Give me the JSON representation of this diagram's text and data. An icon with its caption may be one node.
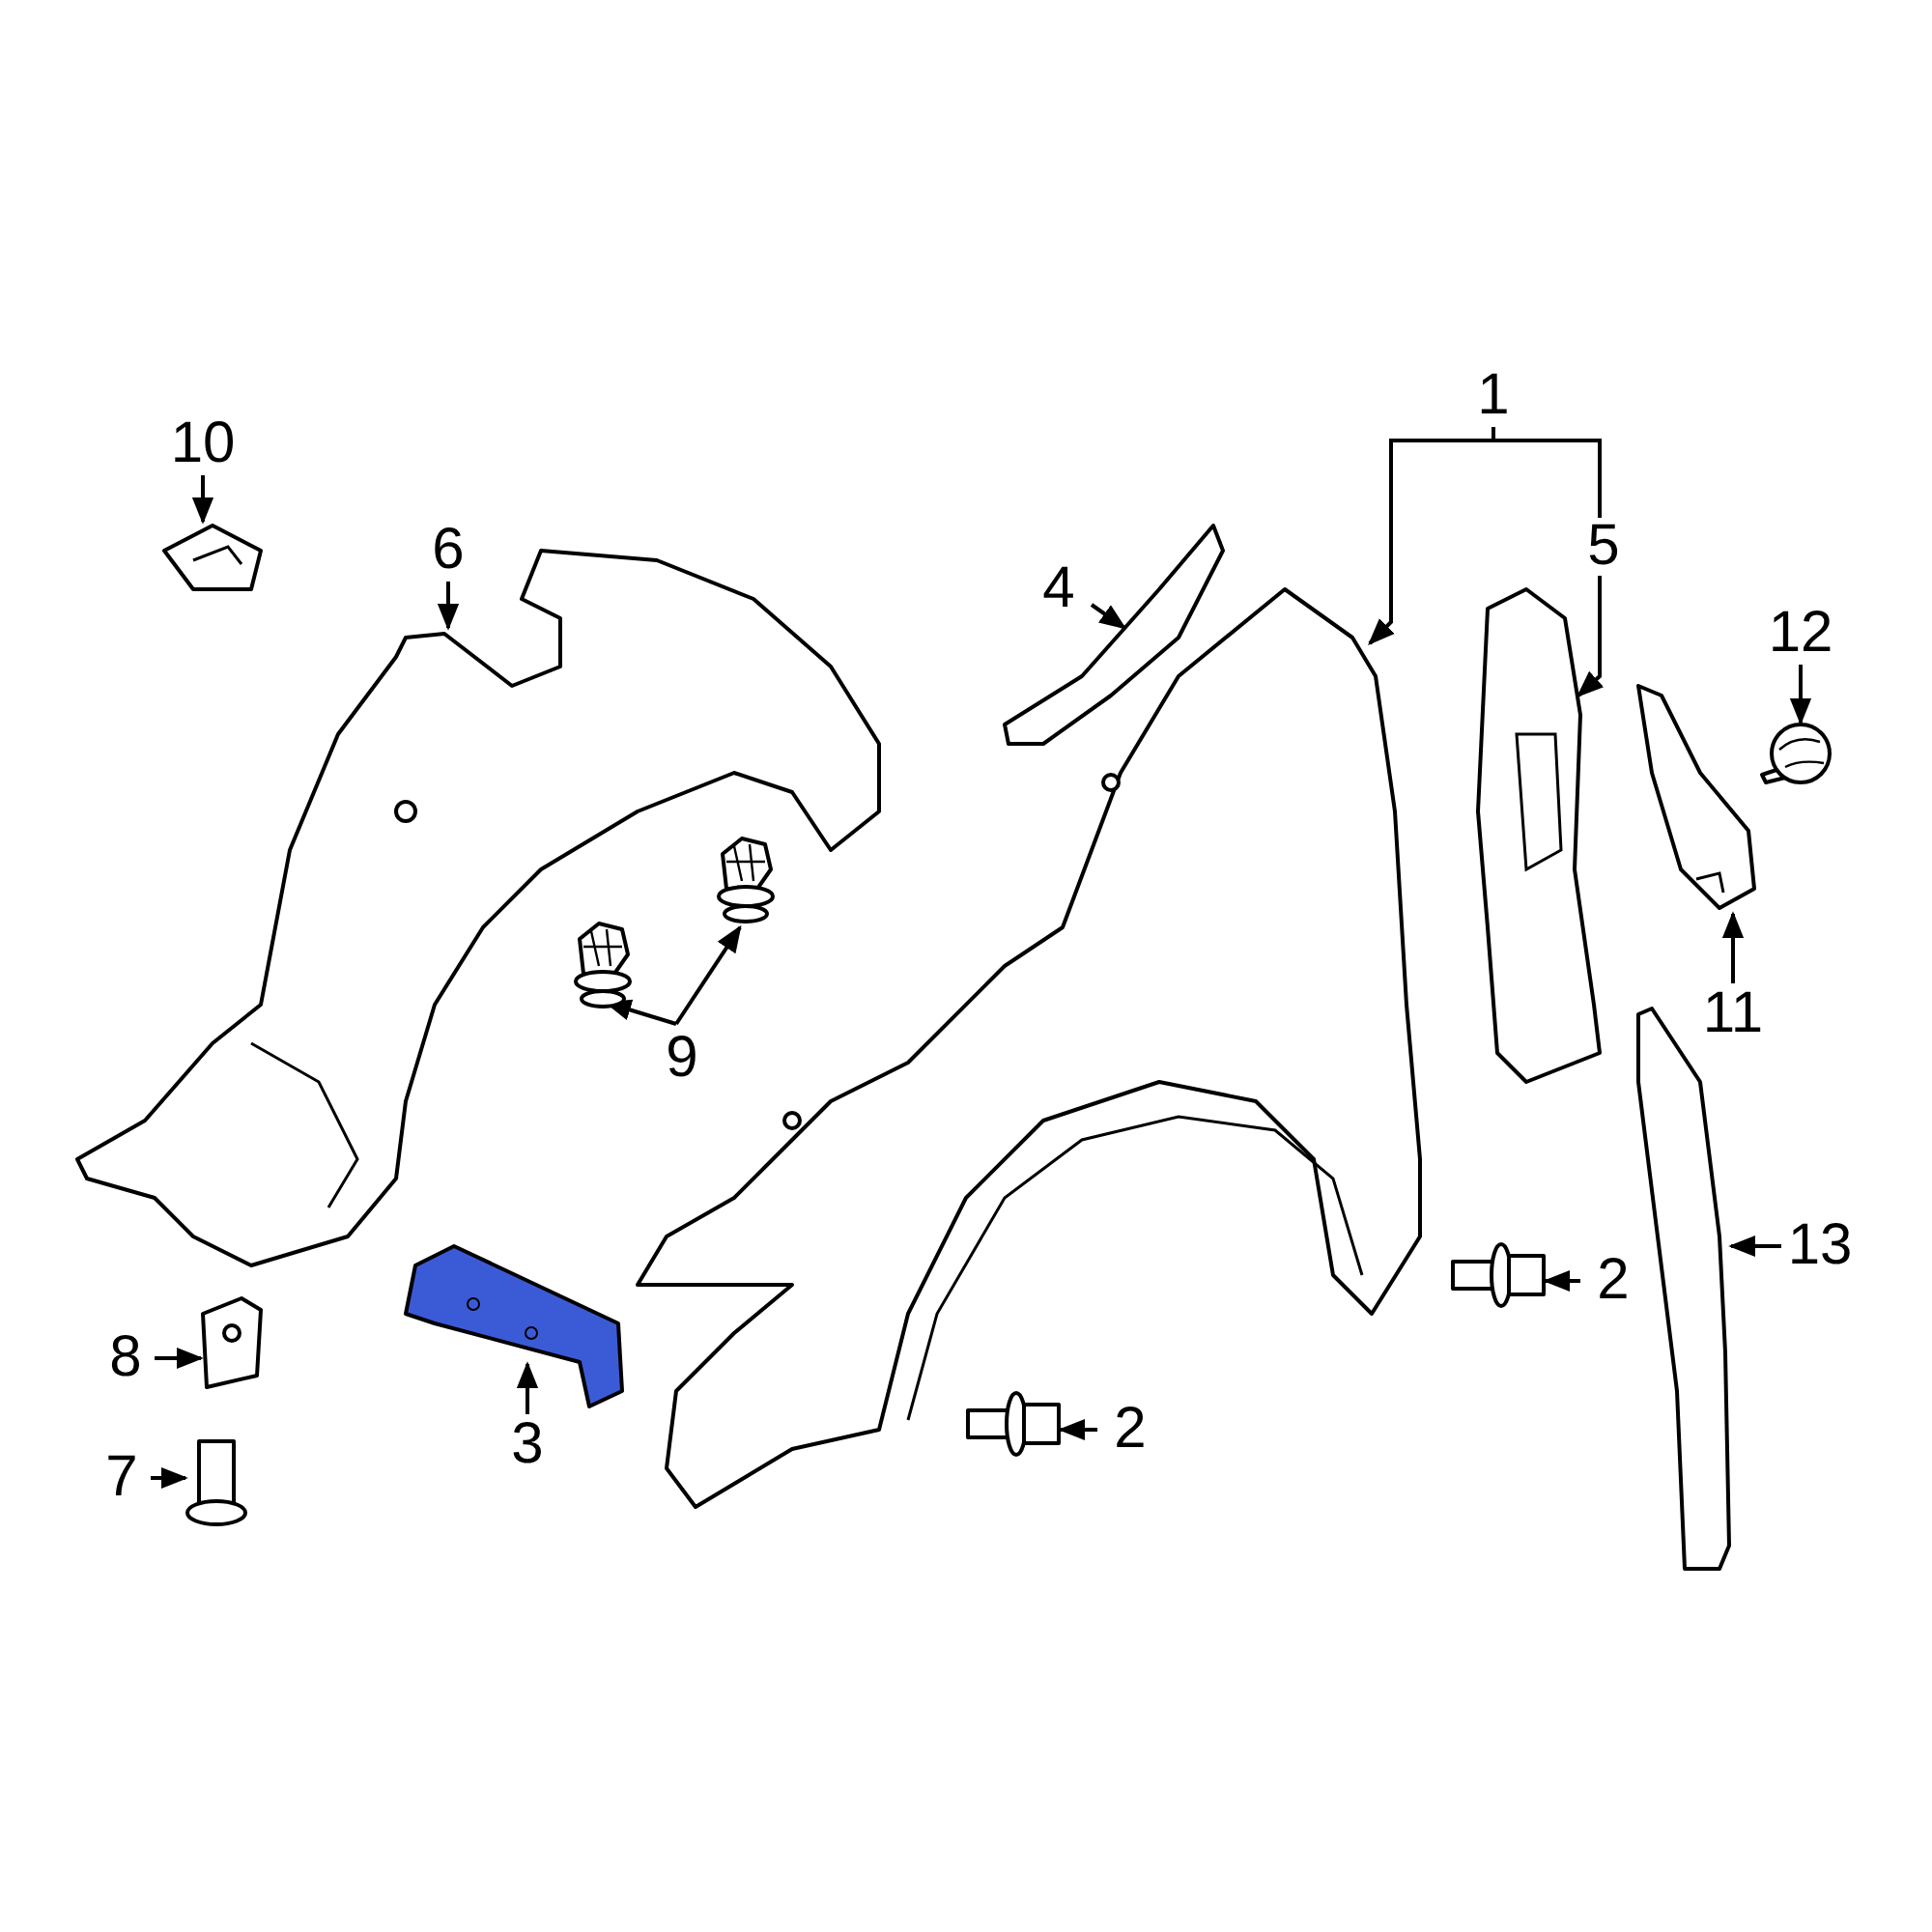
{
  "diagram": {
    "nodes": [
      {
        "text": [
          "1"
        ]
      },
      {
        "text": [],
        "shape": "picture"
      },
      {
        "text": [
          "5"
        ]
      },
      {
        "text": [],
        "shape": "picture"
      },
      {
        "text": [
          "10"
        ]
      },
      {
        "text": [],
        "shape": "picture"
      },
      {
        "text": [
          "6"
        ]
      },
      {
        "text": [],
        "shape": "picture"
      },
      {
        "text": [
          "4"
        ]
      },
      {
        "text": [],
        "shape": "picture"
      },
      {
        "text": [
          "12"
        ]
      },
      {
        "text": [],
        "shape": "picture"
      },
      {
        "text": [
          "11"
        ]
      },
      {
        "text": [],
        "shape": "picture"
      },
      {
        "text": [
          "9"
        ]
      },
      {
        "text": [],
        "shape": "picture"
      },
      {
        "text": [],
        "shape": "picture"
      },
      {
        "text": [
          "13"
        ]
      },
      {
        "text": [],
        "shape": "picture"
      },
      {
        "text": [
          "2"
        ]
      },
      {
        "text": [],
        "shape": "picture"
      },
      {
        "text": [
          "8"
        ]
      },
      {
        "text": [],
        "shape": "picture"
      },
      {
        "text": [
          "3"
        ]
      },
      {
        "text": [],
        "shape": "picture"
      },
      {
        "text": [
          "2"
        ]
      },
      {
        "text": [],
        "shape": "picture"
      },
      {
        "text": [
          "7"
        ]
      },
      {
        "text": [],
        "shape": "picture"
      }
    ],
    "edges": [
      {
        "from": 0,
        "to": 1,
        "arrow": "to"
      },
      {
        "from": 0,
        "to": 2,
        "arrow": "none"
      },
      {
        "from": 2,
        "to": 3,
        "arrow": "to"
      },
      {
        "from": 4,
        "to": 5,
        "arrow": "to"
      },
      {
        "from": 6,
        "to": 7,
        "arrow": "to"
      },
      {
        "from": 8,
        "to": 9,
        "arrow": "to"
      },
      {
        "from": 10,
        "to": 11,
        "arrow": "to"
      },
      {
        "from": 12,
        "to": 13,
        "arrow": "to"
      },
      {
        "from": 14,
        "to": 15,
        "arrow": "to"
      },
      {
        "from": 14,
        "to": 16,
        "arrow": "to"
      },
      {
        "from": 17,
        "to": 18,
        "arrow": "to"
      },
      {
        "from": 19,
        "to": 20,
        "arrow": "to"
      },
      {
        "from": 21,
        "to": 22,
        "arrow": "to"
      },
      {
        "from": 23,
        "to": 24,
        "arrow": "to"
      },
      {
        "from": 25,
        "to": 26,
        "arrow": "to"
      },
      {
        "from": 27,
        "to": 28,
        "arrow": "to"
      }
    ]
  }
}
